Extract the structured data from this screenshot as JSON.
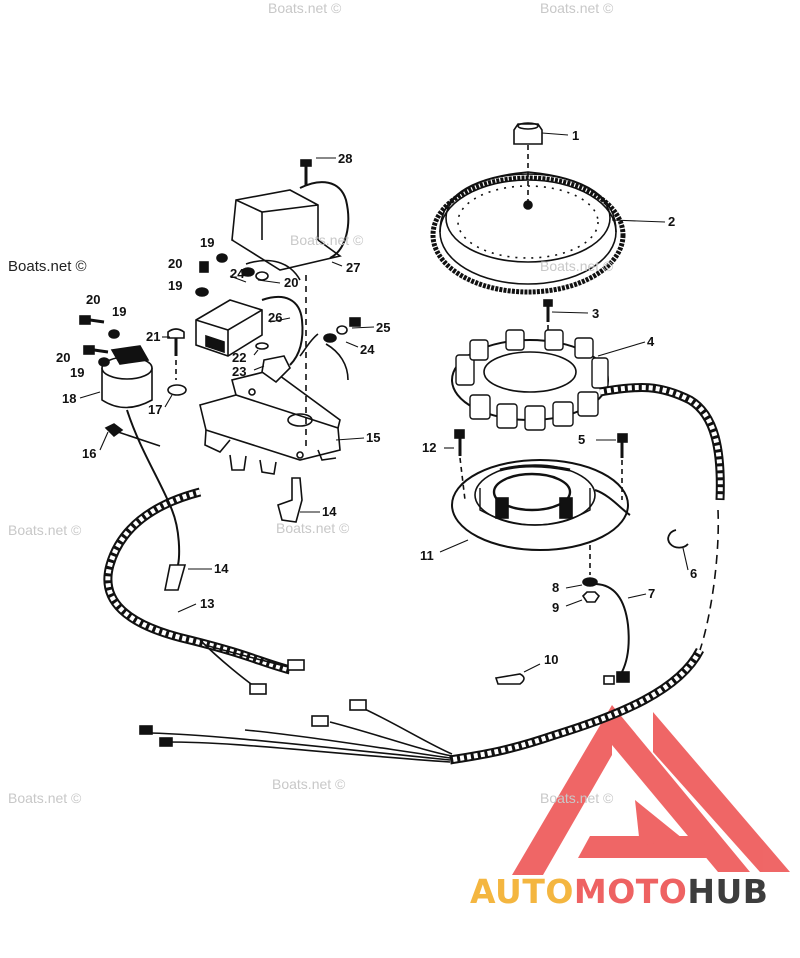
{
  "watermarks": [
    {
      "text": "Boats.net ©",
      "emphasis": "dark"
    },
    {
      "text": "Boats.net ©",
      "emphasis": "light"
    },
    {
      "text": "Boats.net ©",
      "emphasis": "light"
    },
    {
      "text": "Boats.net ©",
      "emphasis": "light"
    },
    {
      "text": "Boats.net ©",
      "emphasis": "light"
    },
    {
      "text": "Boats.net ©",
      "emphasis": "light"
    },
    {
      "text": "Boats.net ©",
      "emphasis": "light"
    },
    {
      "text": "Boats.net ©",
      "emphasis": "light"
    },
    {
      "text": "Boats.net ©",
      "emphasis": "light"
    },
    {
      "text": "Boats.net ©",
      "emphasis": "light"
    }
  ],
  "callouts": [
    {
      "id": "c1",
      "label": "1"
    },
    {
      "id": "c2",
      "label": "2"
    },
    {
      "id": "c3",
      "label": "3"
    },
    {
      "id": "c4",
      "label": "4"
    },
    {
      "id": "c5",
      "label": "5"
    },
    {
      "id": "c6",
      "label": "6"
    },
    {
      "id": "c7",
      "label": "7"
    },
    {
      "id": "c8",
      "label": "8"
    },
    {
      "id": "c9",
      "label": "9"
    },
    {
      "id": "c10",
      "label": "10"
    },
    {
      "id": "c11",
      "label": "11"
    },
    {
      "id": "c12",
      "label": "12"
    },
    {
      "id": "c13",
      "label": "13"
    },
    {
      "id": "c14a",
      "label": "14"
    },
    {
      "id": "c14b",
      "label": "14"
    },
    {
      "id": "c15",
      "label": "15"
    },
    {
      "id": "c16",
      "label": "16"
    },
    {
      "id": "c17",
      "label": "17"
    },
    {
      "id": "c18",
      "label": "18"
    },
    {
      "id": "c19a",
      "label": "19"
    },
    {
      "id": "c19b",
      "label": "19"
    },
    {
      "id": "c19c",
      "label": "19"
    },
    {
      "id": "c19d",
      "label": "19"
    },
    {
      "id": "c20a",
      "label": "20"
    },
    {
      "id": "c20b",
      "label": "20"
    },
    {
      "id": "c20c",
      "label": "20"
    },
    {
      "id": "c20d",
      "label": "20"
    },
    {
      "id": "c21",
      "label": "21"
    },
    {
      "id": "c22",
      "label": "22"
    },
    {
      "id": "c23",
      "label": "23"
    },
    {
      "id": "c24a",
      "label": "24"
    },
    {
      "id": "c24b",
      "label": "24"
    },
    {
      "id": "c25",
      "label": "25"
    },
    {
      "id": "c26",
      "label": "26"
    },
    {
      "id": "c27",
      "label": "27"
    },
    {
      "id": "c28",
      "label": "28"
    }
  ],
  "logo": {
    "part1": "AUTO",
    "part2": "MOTO",
    "part3": "HUB",
    "colors": {
      "part1": "#f4b640",
      "part2": "#ee6262",
      "part3": "#3d3d3d",
      "mark": "#ee5a5a"
    }
  }
}
